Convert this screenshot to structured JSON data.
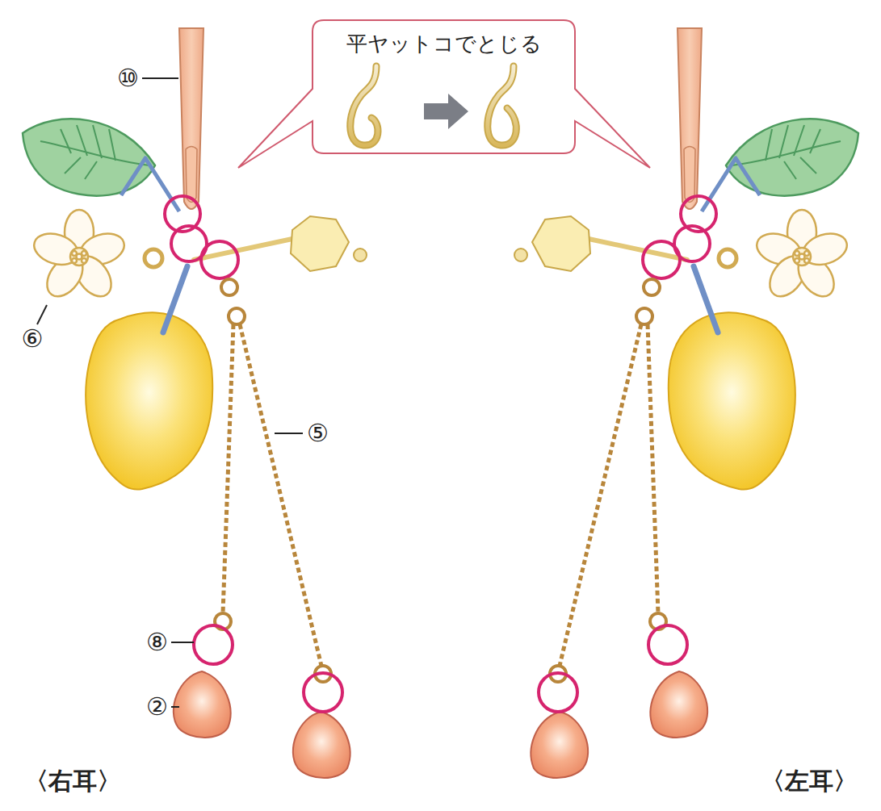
{
  "diagram": {
    "nodes": [
      {
        "text": [
          "平ヤットコでとじる"
        ]
      }
    ],
    "labels": [
      "⑩",
      "⑥",
      "⑤",
      "⑧",
      "②",
      "〈右耳〉",
      "〈左耳〉"
    ]
  }
}
